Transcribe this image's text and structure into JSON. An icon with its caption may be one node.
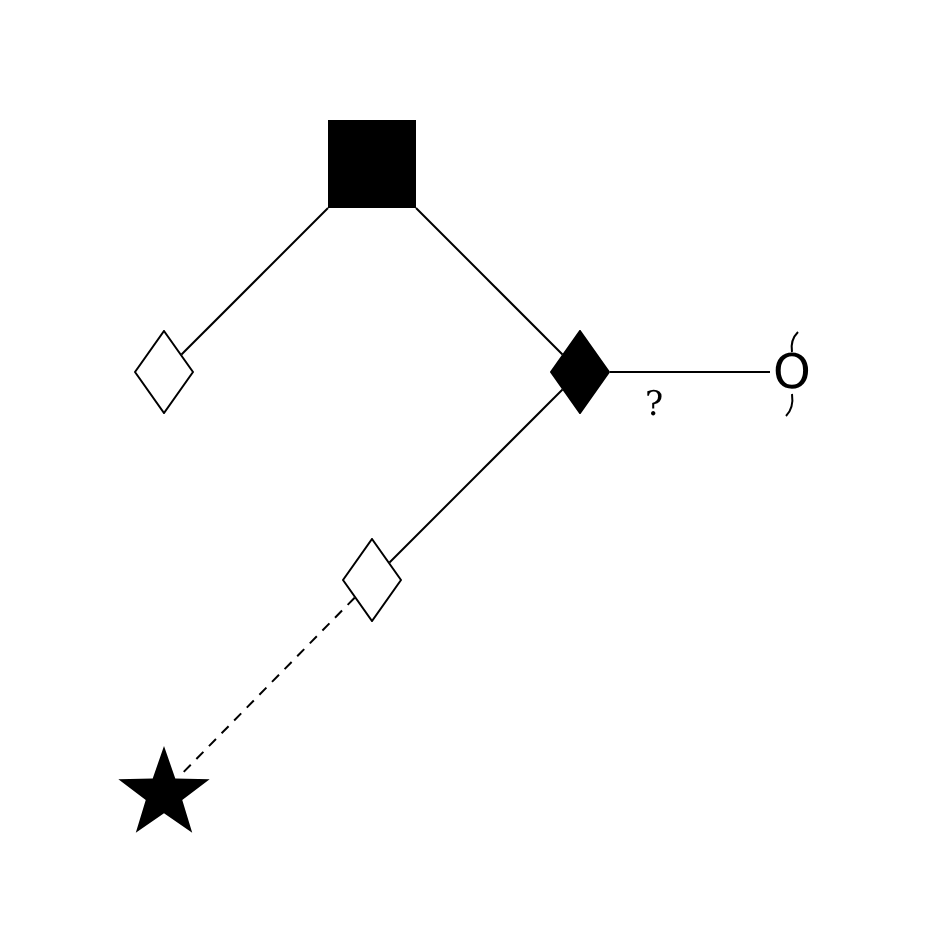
{
  "diagram": {
    "nodes": [
      {
        "text": [],
        "shape": "box"
      },
      {
        "text": [],
        "shape": "diamond"
      },
      {
        "text": [],
        "shape": "diamond"
      },
      {
        "text": [
          "O"
        ]
      },
      {
        "text": [],
        "shape": "diamond"
      },
      {
        "text": [],
        "shape": "star"
      }
    ],
    "edges": [
      {
        "from": 0,
        "to": 1,
        "arrow": "none"
      },
      {
        "from": 0,
        "to": 2,
        "arrow": "none"
      },
      {
        "from": 2,
        "to": 3,
        "arrow": "none",
        "label": "?"
      },
      {
        "from": 2,
        "to": 4,
        "arrow": "none"
      },
      {
        "from": 4,
        "to": 5,
        "arrow": "none",
        "style": "dashed"
      }
    ]
  }
}
